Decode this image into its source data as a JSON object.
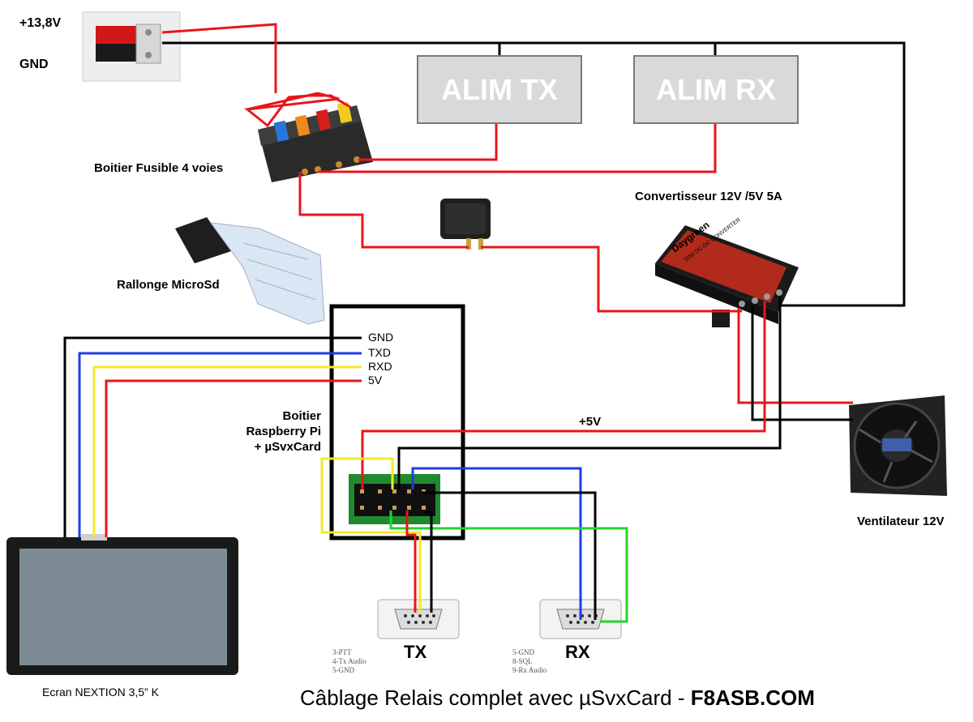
{
  "labels": {
    "voltage_in": "+13,8V",
    "gnd": "GND",
    "fuse_box": "Boitier Fusible 4 voies",
    "converter": "Convertisseur 12V /5V 5A",
    "microsd": "Rallonge MicroSd",
    "pi_box_line1": "Boitier",
    "pi_box_line2": "Raspberry Pi",
    "pi_box_line3": "+ µSvxCard",
    "plus5v": "+5V",
    "fan": "Ventilateur 12V",
    "screen": "Ecran NEXTION 3,5” K",
    "tx": "TX",
    "rx": "RX"
  },
  "alim_tx": "ALIM TX",
  "alim_rx": "ALIM RX",
  "uart": {
    "gnd": "GND",
    "txd": "TXD",
    "rxd": "RXD",
    "v5": "5V"
  },
  "tx_pins": [
    "3-PTT",
    "4-Tx Audio",
    "5-GND"
  ],
  "rx_pins": [
    "5-GND",
    "8-SQL",
    "9-Rx Audio"
  ],
  "converter_brand": "Daygreen",
  "converter_text": "50W DC-DC CONVERTER",
  "footer": {
    "text": "Câblage Relais  complet avec µSvxCard - ",
    "brand": "F8ASB.COM"
  },
  "wire_colors": {
    "positive": "#e8161b",
    "ground": "#000000",
    "txd": "#1f3de6",
    "rxd": "#f5e92a",
    "green": "#27d32a"
  }
}
